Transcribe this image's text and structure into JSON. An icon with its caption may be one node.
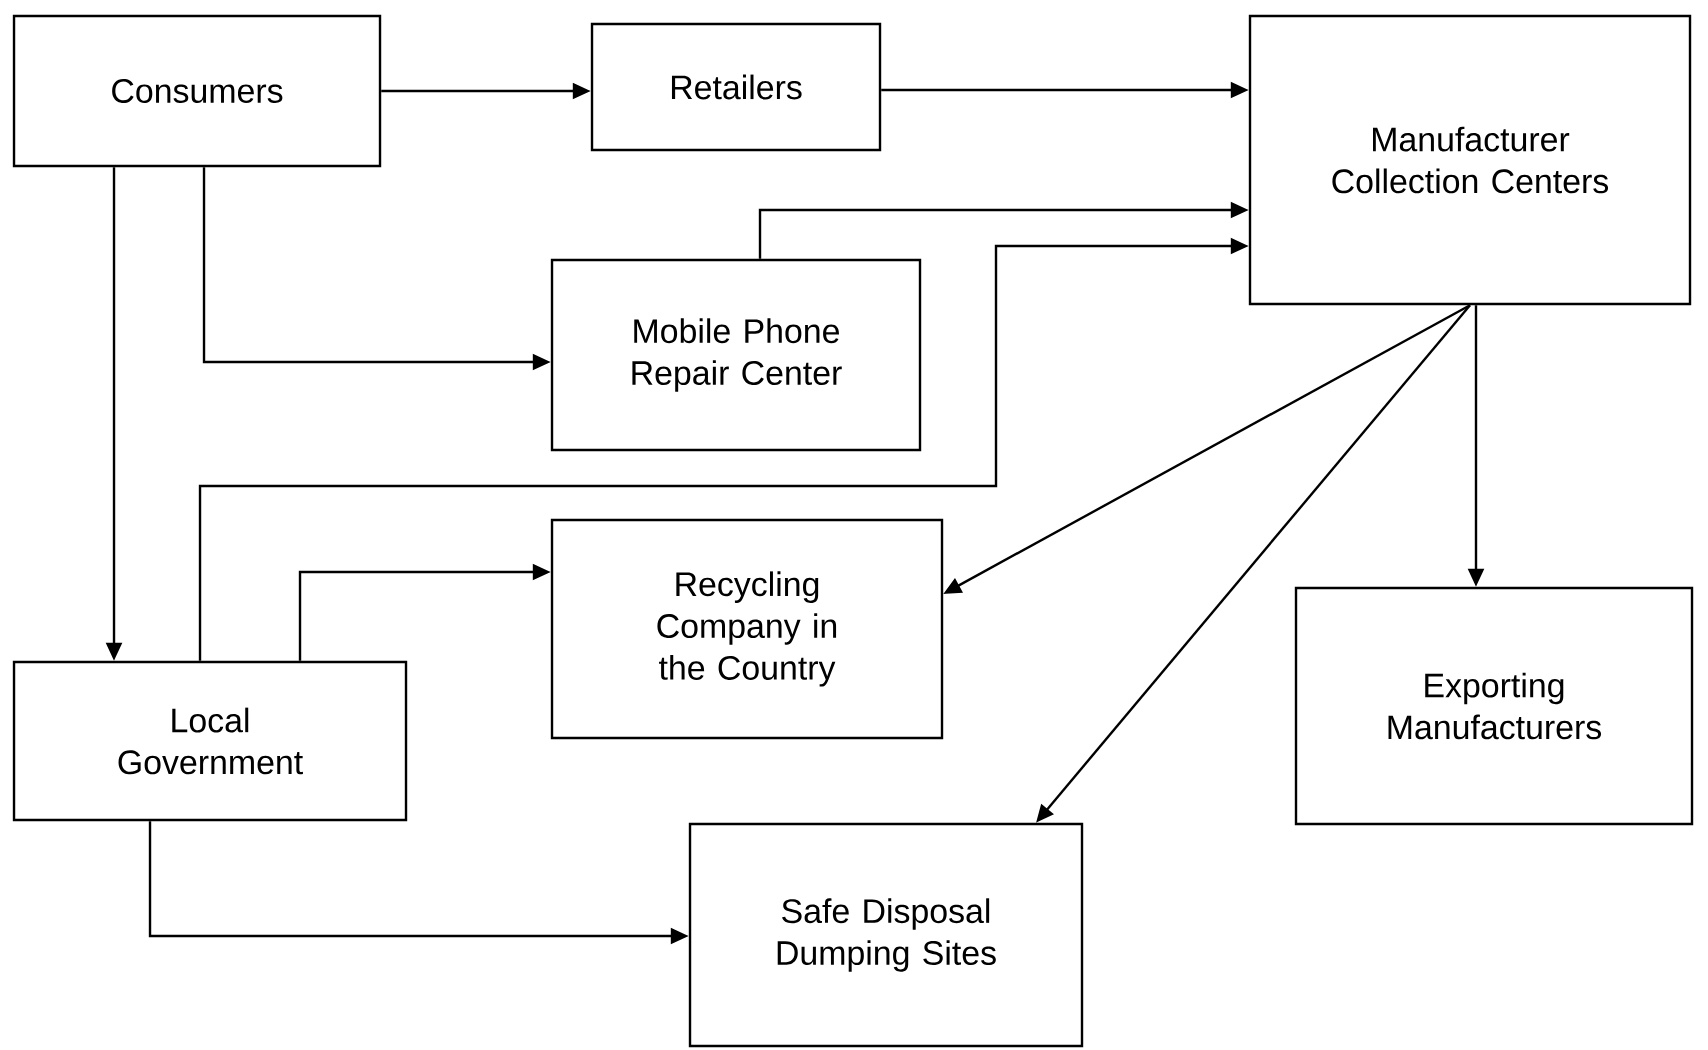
{
  "diagram": {
    "nodes": [
      {
        "text": [
          "Consumers"
        ]
      },
      {
        "text": [
          "Retailers"
        ]
      },
      {
        "text": [
          "Manufacturer Collection Centers"
        ]
      },
      {
        "text": [
          "Mobile Phone Repair Center"
        ]
      },
      {
        "text": [
          "Recycling Company in the Country"
        ]
      },
      {
        "text": [
          "Exporting Manufacturers"
        ]
      },
      {
        "text": [
          "Local Government"
        ]
      },
      {
        "text": [
          "Safe Disposal Dumping Sites"
        ]
      }
    ],
    "edges": [
      {
        "from": 0,
        "to": 1,
        "arrow": "to"
      },
      {
        "from": 1,
        "to": 2,
        "arrow": "to"
      },
      {
        "from": 0,
        "to": 3,
        "arrow": "to"
      },
      {
        "from": 3,
        "to": 2,
        "arrow": "to"
      },
      {
        "from": 0,
        "to": 6,
        "arrow": "to"
      },
      {
        "from": 6,
        "to": 2,
        "arrow": "to"
      },
      {
        "from": 6,
        "to": 4,
        "arrow": "to"
      },
      {
        "from": 2,
        "to": 4,
        "arrow": "to"
      },
      {
        "from": 2,
        "to": 5,
        "arrow": "to"
      },
      {
        "from": 2,
        "to": 7,
        "arrow": "to"
      },
      {
        "from": 6,
        "to": 7,
        "arrow": "to"
      }
    ]
  }
}
